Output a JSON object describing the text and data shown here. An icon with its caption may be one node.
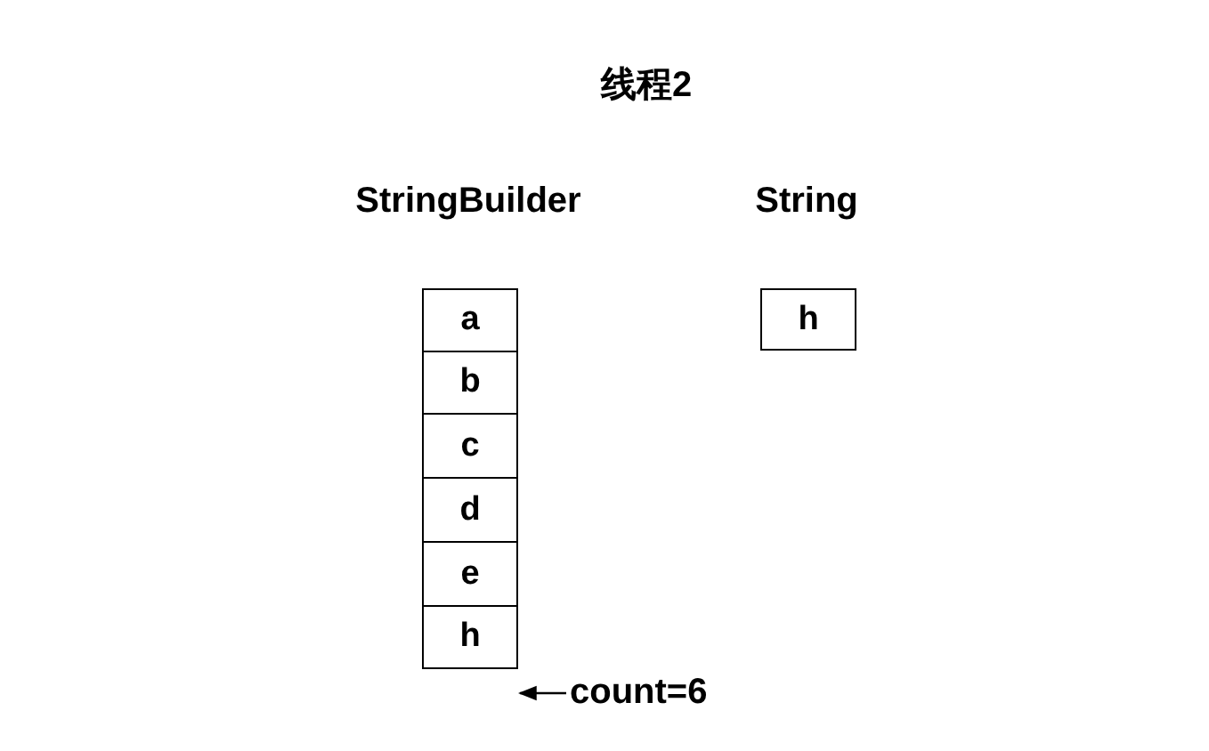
{
  "diagram": {
    "title": "线程2",
    "nodes": [
      {
        "text": [
          "a"
        ]
      },
      {
        "text": [
          "b"
        ]
      },
      {
        "text": [
          "c"
        ]
      },
      {
        "text": [
          "d"
        ]
      },
      {
        "text": [
          "e"
        ]
      },
      {
        "text": [
          "h"
        ]
      },
      {
        "text": [
          "h"
        ]
      },
      {
        "text": [
          "count=6"
        ]
      }
    ],
    "edges": [
      {
        "from": 7,
        "to": 5,
        "arrow": "to"
      }
    ],
    "labels": [
      "StringBuilder",
      "String"
    ]
  }
}
